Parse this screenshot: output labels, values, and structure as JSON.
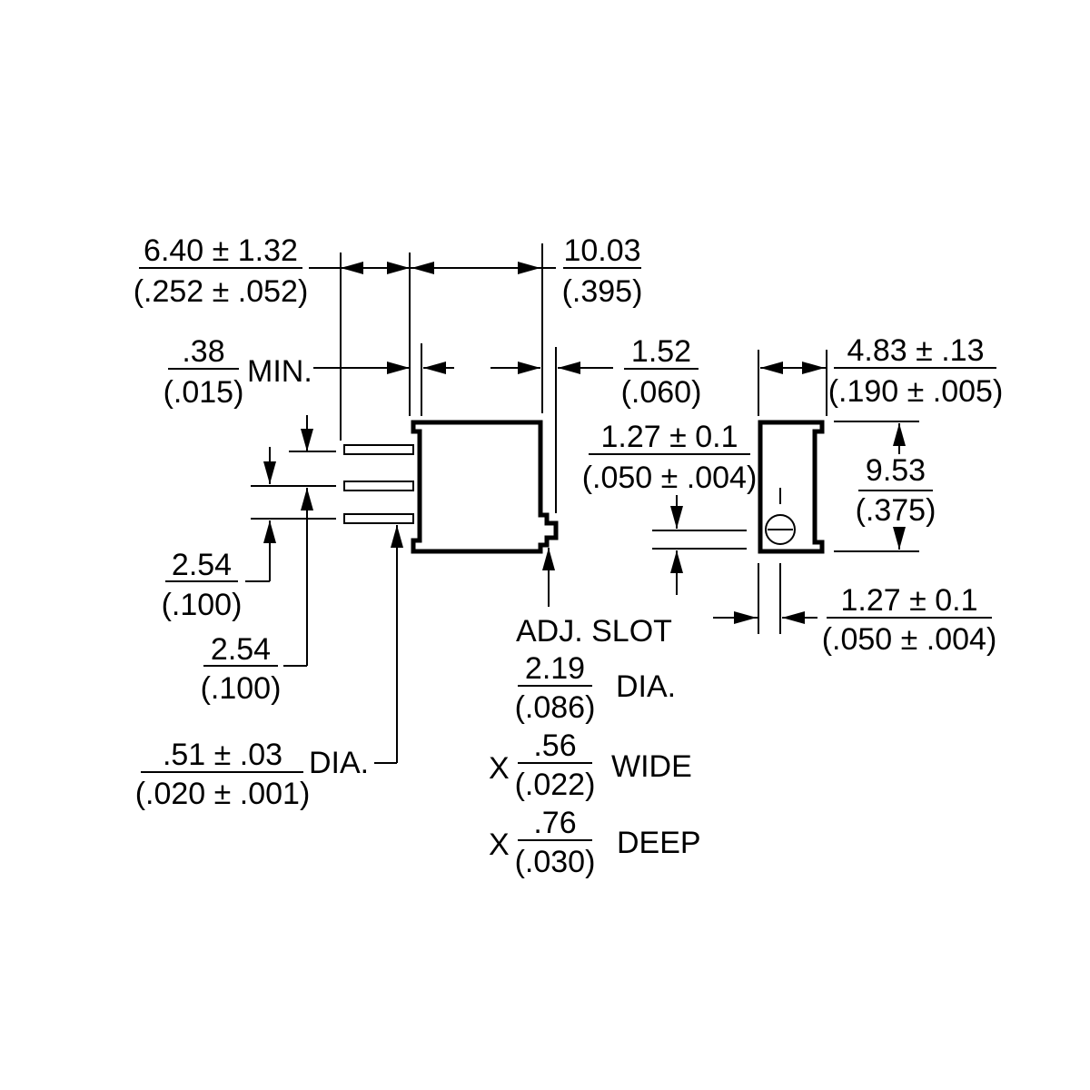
{
  "dims": {
    "overall_offset": {
      "mm": "6.40 ± 1.32",
      "inch": "(.252 ± .052)"
    },
    "body_length": {
      "mm": "10.03",
      "inch": "(.395)"
    },
    "standoff": {
      "mm": ".38",
      "inch": "(.015)",
      "suffix": "MIN."
    },
    "slot_offset": {
      "mm": "1.52",
      "inch": "(.060)"
    },
    "body_width": {
      "mm": "4.83 ± .13",
      "inch": "(.190 ± .005)"
    },
    "slot_height": {
      "mm": "1.27 ± 0.1",
      "inch": "(.050 ± .004)"
    },
    "body_height": {
      "mm": "9.53",
      "inch": "(.375)"
    },
    "pin_pitch_1": {
      "mm": "2.54",
      "inch": "(.100)"
    },
    "pin_pitch_2": {
      "mm": "2.54",
      "inch": "(.100)"
    },
    "rotor_offset": {
      "mm": "1.27 ± 0.1",
      "inch": "(.050 ± .004)"
    },
    "pin_dia": {
      "mm": ".51 ± .03",
      "inch": "(.020 ± .001)",
      "suffix": "DIA."
    },
    "slot_dia": {
      "mm": "2.19",
      "inch": "(.086)",
      "suffix": "DIA."
    },
    "slot_wide": {
      "prefix": "X",
      "mm": ".56",
      "inch": "(.022)",
      "suffix": "WIDE"
    },
    "slot_deep": {
      "prefix": "X",
      "mm": ".76",
      "inch": "(.030)",
      "suffix": "DEEP"
    }
  },
  "notes": {
    "adj_slot": "ADJ. SLOT"
  }
}
